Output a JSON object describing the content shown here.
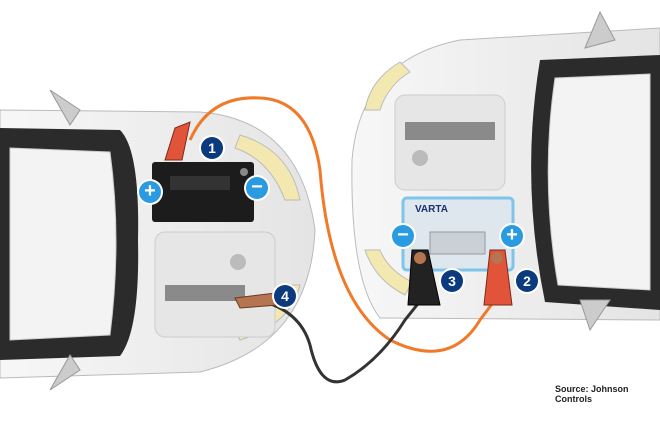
{
  "steps": [
    "1",
    "2",
    "3",
    "4"
  ],
  "poles": {
    "plus": "+",
    "minus": "−"
  },
  "battery_brand": "VARTA",
  "source": "Source: Johnson Controls",
  "colors": {
    "badge": "#0b3a7e",
    "pole": "#2a9be0",
    "red_cable": "#f07a2a",
    "black_cable": "#333333",
    "red_clamp": "#e2543a"
  }
}
